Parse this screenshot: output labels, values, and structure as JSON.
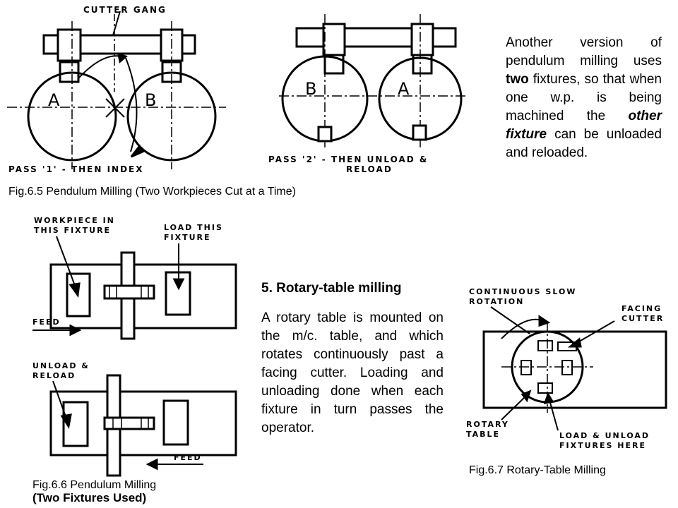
{
  "fig5": {
    "label_cutter_gang": "CUTTER  GANG",
    "label_a": "A",
    "label_b": "B",
    "pass1": "PASS '1' - THEN  INDEX",
    "pass2_line1": "PASS '2' - THEN  UNLOAD &",
    "pass2_line2": "RELOAD",
    "caption_prefix": "Fig.",
    "caption_num": "6",
    "caption_text": ".5 Pendulum Milling (Two Workpieces Cut at a Time)"
  },
  "fig6": {
    "workpiece_line1": "WORKPIECE  IN",
    "workpiece_line2": "THIS  FIXTURE",
    "load_line1": "LOAD  THIS",
    "load_line2": "FIXTURE",
    "feed": "FEED",
    "unload_line1": "UNLOAD &",
    "unload_line2": "RELOAD",
    "feed2": "FEED",
    "caption_prefix": "Fig.",
    "caption_num": "6",
    "caption_text": ".6 Pendulum Milling",
    "caption_line2": "(Two Fixtures Used)"
  },
  "fig7": {
    "cont_line1": "CONTINUOUS  SLOW",
    "cont_line2": "ROTATION",
    "facing_line1": "FACING",
    "facing_line2": "CUTTER",
    "rotary_line1": "ROTARY",
    "rotary_line2": "TABLE",
    "load_line1": "LOAD & UNLOAD",
    "load_line2": "FIXTURES  HERE",
    "caption_prefix": "Fig.",
    "caption_num": "6",
    "caption_text": ".7 Rotary-Table Milling"
  },
  "text1": {
    "pre": "Another version of pendulum milling uses ",
    "bold1": "two",
    "mid1": " fixtures, so that when one w.p. is being machined the ",
    "bold2": "other fixture",
    "post": " can be unloaded and reloaded."
  },
  "section": {
    "heading": "5. Rotary-table milling",
    "body": "A rotary table is mounted on the m/c. table, and which rotates continuously past a facing cutter. Loading and unloading done when each fixture in turn passes the operator."
  }
}
